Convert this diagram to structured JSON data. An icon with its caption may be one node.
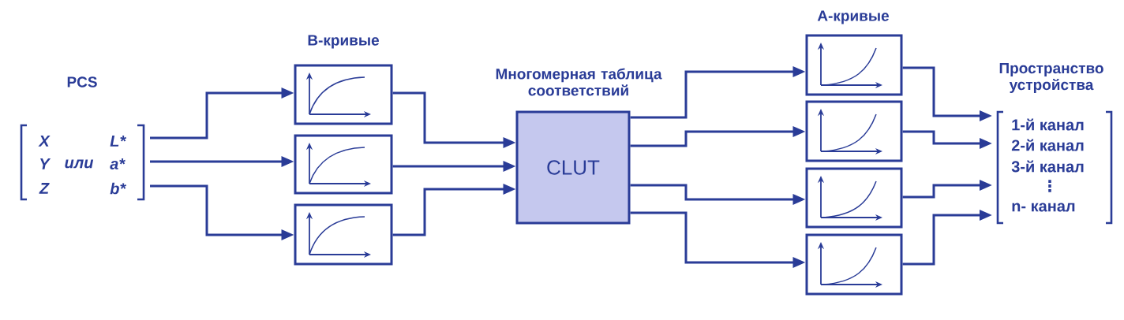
{
  "diagram": {
    "nodes": [
      {
        "text": [
          "PCS",
          "X",
          "L*",
          "Y",
          "или",
          "a*",
          "Z",
          "b*"
        ]
      },
      {
        "text": [],
        "shape": "box"
      },
      {
        "text": [],
        "shape": "box"
      },
      {
        "text": [],
        "shape": "box"
      },
      {
        "text": [
          "Многомерная таблица соответствий",
          "CLUT"
        ]
      },
      {
        "text": [],
        "shape": "box"
      },
      {
        "text": [],
        "shape": "box"
      },
      {
        "text": [],
        "shape": "box"
      },
      {
        "text": [],
        "shape": "box"
      },
      {
        "text": [
          "Пространство устройства",
          "1-й канал",
          "2-й канал",
          "3-й канал",
          "⋮",
          "n- канал"
        ]
      }
    ],
    "edges": [
      {
        "from": 0,
        "to": 1,
        "arrow": "to"
      },
      {
        "from": 0,
        "to": 2,
        "arrow": "to"
      },
      {
        "from": 0,
        "to": 3,
        "arrow": "to"
      },
      {
        "from": 1,
        "to": 4,
        "arrow": "to"
      },
      {
        "from": 2,
        "to": 4,
        "arrow": "to"
      },
      {
        "from": 3,
        "to": 4,
        "arrow": "to"
      },
      {
        "from": 4,
        "to": 5,
        "arrow": "to"
      },
      {
        "from": 4,
        "to": 6,
        "arrow": "to"
      },
      {
        "from": 4,
        "to": 7,
        "arrow": "to"
      },
      {
        "from": 4,
        "to": 8,
        "arrow": "to"
      },
      {
        "from": 5,
        "to": 9,
        "arrow": "to"
      },
      {
        "from": 6,
        "to": 9,
        "arrow": "to"
      },
      {
        "from": 7,
        "to": 9,
        "arrow": "to"
      },
      {
        "from": 8,
        "to": 9,
        "arrow": "to"
      }
    ],
    "labels": [
      "B-кривые",
      "A-кривые"
    ]
  }
}
